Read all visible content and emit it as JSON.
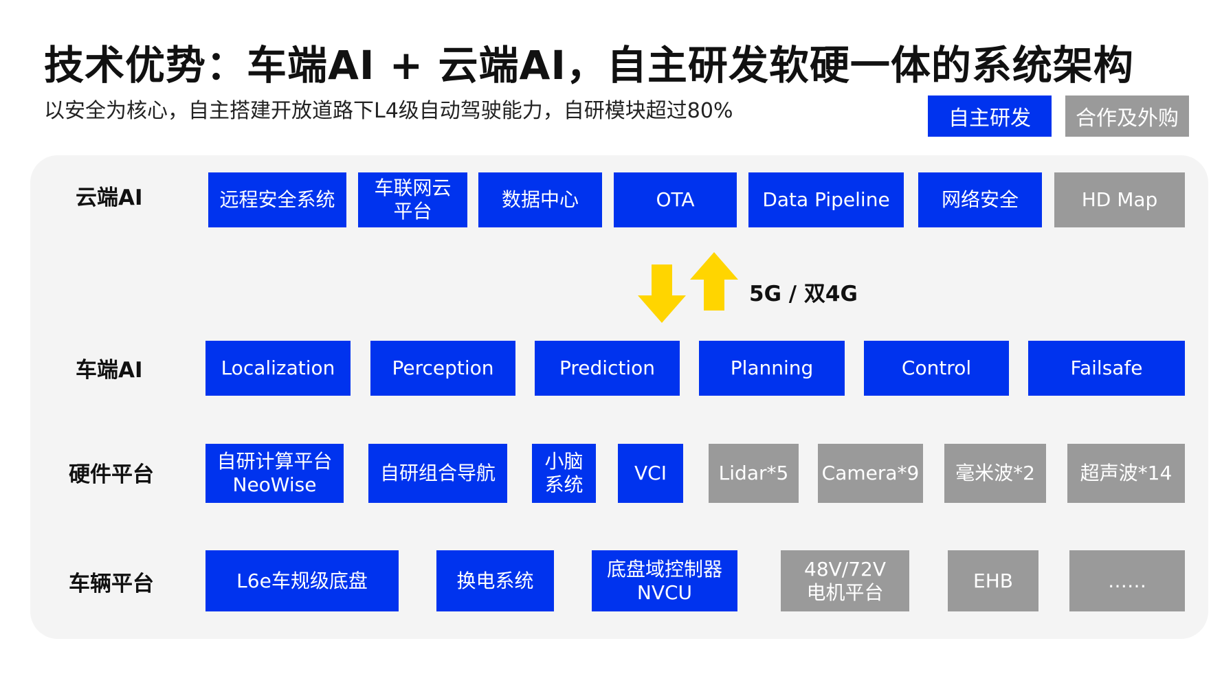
{
  "title": "技术优势：车端AI + 云端AI，自主研发软硬一体的系统架构",
  "subtitle": "以安全为核心，自主搭建开放道路下L4级自动驾驶能力，自研模块超过80%",
  "legend": {
    "own": "自主研发",
    "partner": "合作及外购"
  },
  "colors": {
    "own": "#0033ee",
    "partner": "#9a9a9a",
    "arrow": "#ffd500",
    "panel": "#f4f4f4"
  },
  "network_label": "5G / 双4G",
  "rows": {
    "cloud": {
      "label": "云端AI",
      "items": [
        {
          "text": "远程安全系统",
          "type": "own"
        },
        {
          "text": "车联网云\n平台",
          "type": "own"
        },
        {
          "text": "数据中心",
          "type": "own"
        },
        {
          "text": "OTA",
          "type": "own"
        },
        {
          "text": "Data Pipeline",
          "type": "own"
        },
        {
          "text": "网络安全",
          "type": "own"
        },
        {
          "text": "HD Map",
          "type": "partner"
        }
      ]
    },
    "vehicle_ai": {
      "label": "车端AI",
      "items": [
        {
          "text": "Localization",
          "type": "own"
        },
        {
          "text": "Perception",
          "type": "own"
        },
        {
          "text": "Prediction",
          "type": "own"
        },
        {
          "text": "Planning",
          "type": "own"
        },
        {
          "text": "Control",
          "type": "own"
        },
        {
          "text": "Failsafe",
          "type": "own"
        }
      ]
    },
    "hardware": {
      "label": "硬件平台",
      "items": [
        {
          "text": "自研计算平台\nNeoWise",
          "type": "own"
        },
        {
          "text": "自研组合导航",
          "type": "own"
        },
        {
          "text": "小脑\n系统",
          "type": "own"
        },
        {
          "text": "VCI",
          "type": "own"
        },
        {
          "text": "Lidar*5",
          "type": "partner"
        },
        {
          "text": "Camera*9",
          "type": "partner"
        },
        {
          "text": "毫米波*2",
          "type": "partner"
        },
        {
          "text": "超声波*14",
          "type": "partner"
        }
      ]
    },
    "vehicle": {
      "label": "车辆平台",
      "items": [
        {
          "text": "L6e车规级底盘",
          "type": "own"
        },
        {
          "text": "换电系统",
          "type": "own"
        },
        {
          "text": "底盘域控制器\nNVCU",
          "type": "own"
        },
        {
          "text": "48V/72V\n电机平台",
          "type": "partner"
        },
        {
          "text": "EHB",
          "type": "partner"
        },
        {
          "text": "……",
          "type": "partner"
        }
      ]
    }
  }
}
